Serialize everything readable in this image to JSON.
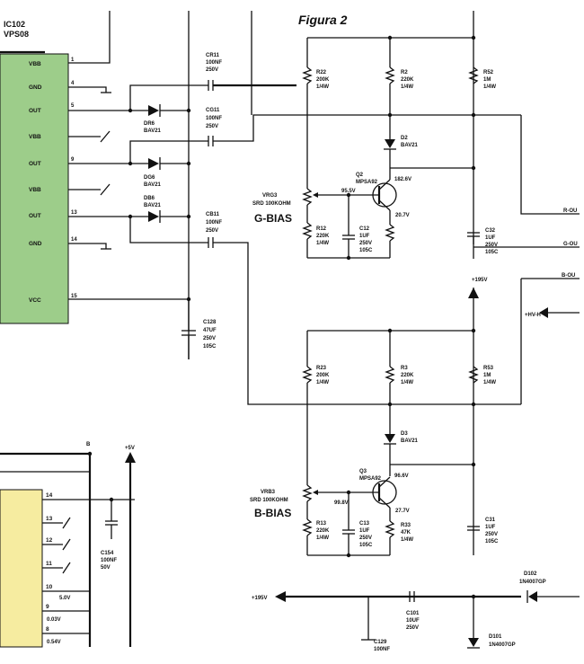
{
  "title": "Figura 2",
  "ic102": {
    "ref": "IC102",
    "part": "VPS08",
    "pins": [
      {
        "name": "VBB",
        "num": "1"
      },
      {
        "name": "GND",
        "num": "4"
      },
      {
        "name": "OUT",
        "num": "5"
      },
      {
        "name": "VBB",
        "num": ""
      },
      {
        "name": "OUT",
        "num": "9"
      },
      {
        "name": "VBB",
        "num": ""
      },
      {
        "name": "OUT",
        "num": "13"
      },
      {
        "name": "GND",
        "num": "14"
      },
      {
        "name": "VCC",
        "num": "15"
      }
    ]
  },
  "components": {
    "cr11": [
      "CR11",
      "100NF",
      "250V"
    ],
    "cg11": [
      "CG11",
      "100NF",
      "250V"
    ],
    "cb11": [
      "CB11",
      "100NF",
      "250V"
    ],
    "dr6": [
      "DR6",
      "BAV21"
    ],
    "dg6": [
      "DG6",
      "BAV21"
    ],
    "db6": [
      "DB6",
      "BAV21"
    ],
    "c128": [
      "C128",
      "47UF",
      "250V",
      "105C"
    ],
    "r22": [
      "R22",
      "200K",
      "1/4W"
    ],
    "r2": [
      "R2",
      "220K",
      "1/4W"
    ],
    "r52": [
      "R52",
      "1M",
      "1/4W"
    ],
    "d2": [
      "D2",
      "BAV21"
    ],
    "q2": [
      "Q2",
      "MPSA92"
    ],
    "vrg3": [
      "VRG3",
      "SRD 100KOHM"
    ],
    "r12": [
      "R12",
      "220K",
      "1/4W"
    ],
    "c12": [
      "C12",
      "1UF",
      "250V",
      "105C"
    ],
    "c32": [
      "C32",
      "1UF",
      "250V",
      "105C"
    ],
    "r23": [
      "R23",
      "200K",
      "1/4W"
    ],
    "r3": [
      "R3",
      "220K",
      "1/4W"
    ],
    "r53": [
      "R53",
      "1M",
      "1/4W"
    ],
    "d3": [
      "D3",
      "BAV21"
    ],
    "q3": [
      "Q3",
      "MPSA92"
    ],
    "vrb3": [
      "VRB3",
      "SRD 100KOHM"
    ],
    "r13": [
      "R13",
      "220K",
      "1/4W"
    ],
    "c13": [
      "C13",
      "1UF",
      "250V",
      "105C"
    ],
    "r33": [
      "R33",
      "47K",
      "1/4W"
    ],
    "c31": [
      "C31",
      "1UF",
      "250V",
      "105C"
    ],
    "c154": [
      "C154",
      "100NF",
      "50V"
    ],
    "c101": [
      "C101",
      "10UF",
      "250V"
    ],
    "c129": [
      "C129",
      "100NF"
    ],
    "d102": [
      "D102",
      "1N4007GP"
    ],
    "d101": [
      "D101",
      "1N4007GP"
    ]
  },
  "voltages": {
    "g_base": "95.5V",
    "g_collector": "182.6V",
    "g_emitter": "20.7V",
    "b_base": "99.8V",
    "b_collector": "96.6V",
    "b_emitter": "27.7V"
  },
  "labels": {
    "g_bias": "G-BIAS",
    "b_bias": "B-BIAS",
    "plus195_top": "+195V",
    "plus195_bottom": "+195V",
    "plus5": "+5V",
    "node_b": "B",
    "hv_h": "+HV-H",
    "r_out": "R-OU",
    "g_out": "G-OU",
    "b_out": "B-OU"
  },
  "lower_ic": {
    "pins": [
      "14",
      "13",
      "12",
      "11",
      "10",
      "9",
      "8"
    ],
    "values": [
      "5.0V",
      "0.03V",
      "0.54V"
    ]
  }
}
